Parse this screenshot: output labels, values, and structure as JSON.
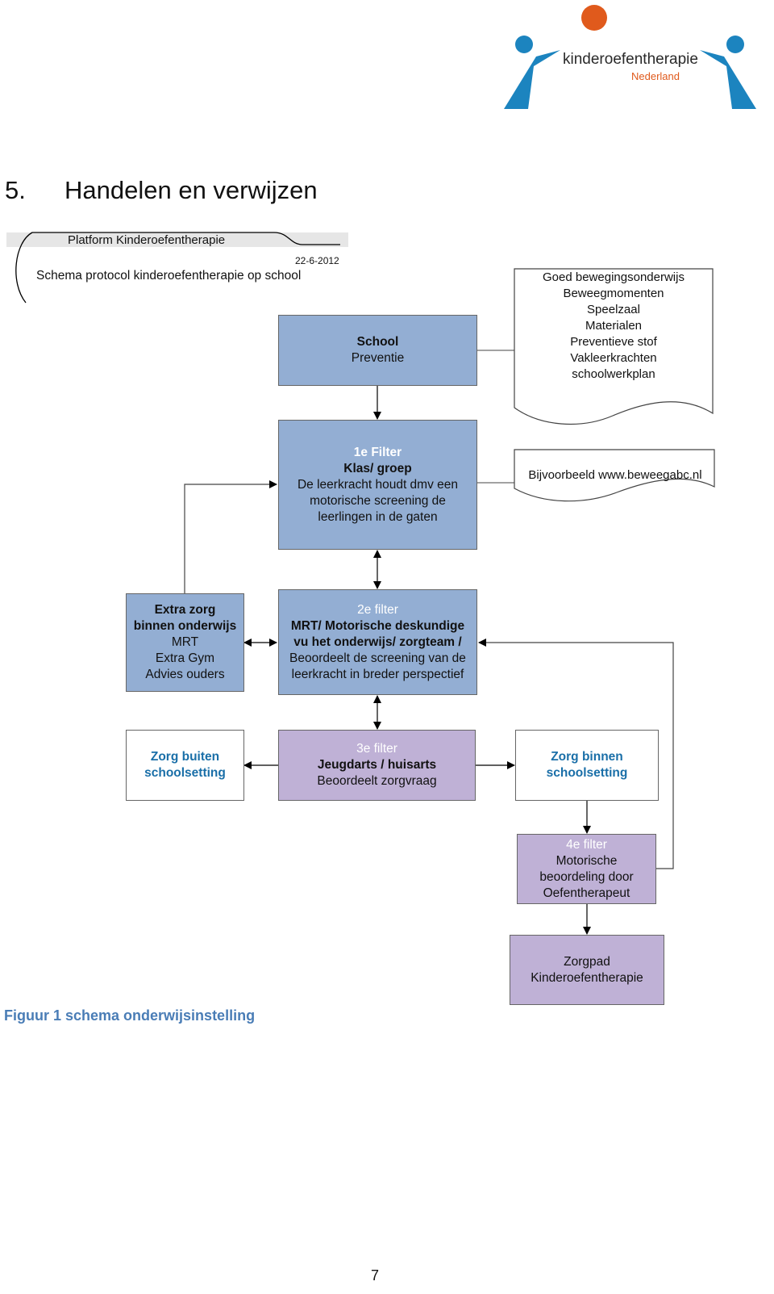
{
  "logo": {
    "brand_name": "kinderoefentherapie",
    "brand_sub": "Nederland",
    "colors": {
      "figure": "#1c84bf",
      "head_accent": "#e05a1c",
      "sub_text": "#e05a1c"
    }
  },
  "heading": {
    "number": "5.",
    "title": "Handelen en verwijzen"
  },
  "doc_header": {
    "platform": "Platform Kinderoefentherapie",
    "date": "22-6-2012",
    "title": "Schema protocol kinderoefentherapie op school"
  },
  "nodes": {
    "school": {
      "line1": "School",
      "line2": "Preventie"
    },
    "school_doc": {
      "lines": [
        "Goed bewegingsonderwijs",
        "Beweegmomenten",
        "Speelzaal",
        "Materialen",
        "Preventieve stof",
        "Vakleerkrachten",
        "schoolwerkplan"
      ]
    },
    "filter1": {
      "label": "1e Filter",
      "title": "Klas/ groep",
      "lines": [
        "De leerkracht houdt dmv een",
        "motorische screening de",
        "leerlingen in de gaten"
      ]
    },
    "filter1_doc": {
      "text": "Bijvoorbeeld www.beweegabc.nl"
    },
    "extra_zorg": {
      "title_lines": [
        "Extra zorg",
        "binnen onderwijs"
      ],
      "lines": [
        "MRT",
        "Extra Gym",
        "Advies ouders"
      ]
    },
    "filter2": {
      "label": "2e filter",
      "title_lines": [
        "MRT/ Motorische deskundige",
        "vu het onderwijs/ zorgteam /"
      ],
      "lines": [
        "Beoordeelt de screening van de",
        "leerkracht in breder perspectief"
      ]
    },
    "zorg_buiten": {
      "lines": [
        "Zorg buiten",
        "schoolsetting"
      ]
    },
    "filter3": {
      "label": "3e filter",
      "title": "Jeugdarts / huisarts",
      "line": "Beoordeelt zorgvraag"
    },
    "zorg_binnen": {
      "lines": [
        "Zorg binnen",
        "schoolsetting"
      ]
    },
    "filter4": {
      "label": "4e filter",
      "lines": [
        "Motorische",
        "beoordeling door",
        "Oefentherapeut"
      ]
    },
    "zorgpad": {
      "lines": [
        "Zorgpad",
        "Kinderoefentherapie"
      ]
    }
  },
  "edges": [
    {
      "from": "school",
      "to": "school_doc",
      "type": "line"
    },
    {
      "from": "school",
      "to": "filter1",
      "type": "arrow"
    },
    {
      "from": "filter1",
      "to": "filter1_doc",
      "type": "line"
    },
    {
      "from": "extra_zorg",
      "to": "filter1",
      "type": "arrow"
    },
    {
      "from": "filter1",
      "to": "filter2",
      "type": "double-arrow"
    },
    {
      "from": "extra_zorg",
      "to": "filter2",
      "type": "double-arrow"
    },
    {
      "from": "filter2",
      "to": "filter3",
      "type": "double-arrow"
    },
    {
      "from": "filter3",
      "to": "zorg_buiten",
      "type": "arrow"
    },
    {
      "from": "filter3",
      "to": "zorg_binnen",
      "type": "arrow"
    },
    {
      "from": "zorg_binnen",
      "to": "filter4",
      "type": "arrow"
    },
    {
      "from": "filter4",
      "to": "filter2",
      "type": "arrow"
    },
    {
      "from": "filter4",
      "to": "zorgpad",
      "type": "arrow"
    }
  ],
  "caption": "Figuur 1 schema onderwijsinstelling",
  "page_number": "7"
}
